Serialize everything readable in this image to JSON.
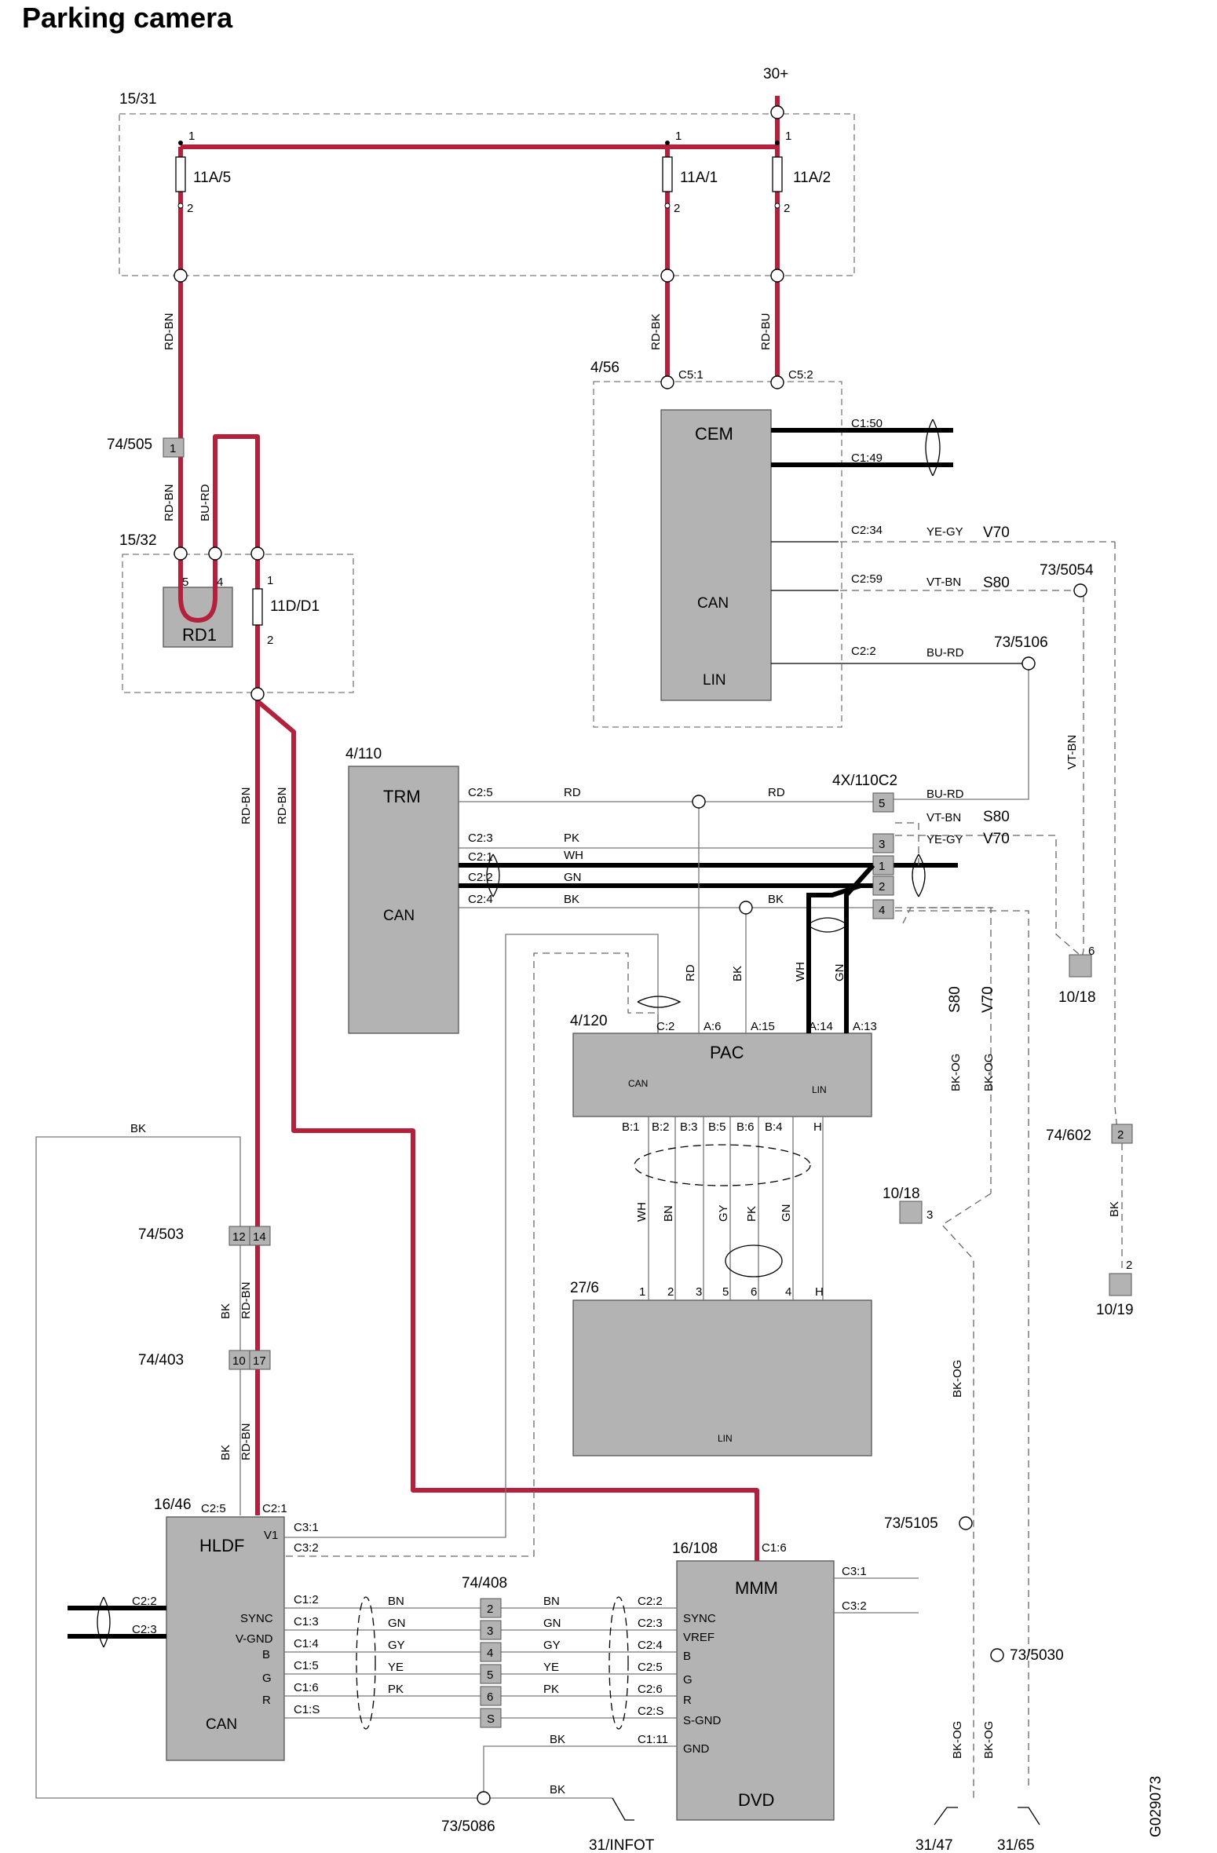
{
  "title": "Parking camera",
  "drawing_id": "G029073",
  "supply": "30+",
  "components": {
    "fuse_box": "15/31",
    "fuses": [
      "11A/5",
      "11A/1",
      "11A/2"
    ],
    "relay_box": "15/32",
    "relay": "RD1",
    "relay_fuse": "11D/D1",
    "cem_ref": "4/56",
    "cem": "CEM",
    "trm_ref": "4/110",
    "trm": "TRM",
    "pac_ref": "4/120",
    "pac": "PAC",
    "camera_ref": "27/6",
    "hldf_ref": "16/46",
    "hldf": "HLDF",
    "mmm_ref": "16/108",
    "mmm": "MMM",
    "dvd": "DVD",
    "can": "CAN",
    "lin": "LIN",
    "connector_4x": "4X/110C2"
  },
  "connectors": {
    "c74_505": "74/505",
    "c74_503": "74/503",
    "c74_403": "74/403",
    "c74_408": "74/408",
    "c74_602": "74/602",
    "c10_18_top": "10/18",
    "c10_18_mid": "10/18",
    "c10_19": "10/19"
  },
  "splices": {
    "s5054": "73/5054",
    "s5106": "73/5106",
    "s5105": "73/5105",
    "s5030": "73/5030",
    "s5086": "73/5086"
  },
  "grounds": [
    "31/INFOT",
    "31/47",
    "31/65"
  ],
  "wire_colors": {
    "rd_bn": "RD-BN",
    "rd_bk": "RD-BK",
    "rd_bu": "RD-BU",
    "bu_rd": "BU-RD",
    "ye_gy": "YE-GY",
    "vt_bn": "VT-BN",
    "vt_bn_v": "VT-BN",
    "rd": "RD",
    "pk": "PK",
    "wh": "WH",
    "gn": "GN",
    "bk": "BK",
    "bn": "BN",
    "gy": "GY",
    "ye": "YE",
    "bk_og": "BK-OG"
  },
  "variants": {
    "v70": "V70",
    "s80": "S80"
  },
  "pins": {
    "cem": [
      "C5:1",
      "C5:2",
      "C1:50",
      "C1:49",
      "C2:34",
      "C2:59",
      "C2:2"
    ],
    "trm": [
      "C2:5",
      "C2:3",
      "C2:1",
      "C2:2",
      "C2:4"
    ],
    "pac_top": [
      "C:2",
      "A:6",
      "A:15",
      "A:14",
      "A:13"
    ],
    "pac_bottom": [
      "B:1",
      "B:2",
      "B:3",
      "B:5",
      "B:6",
      "B:4",
      "H"
    ],
    "camera": [
      "1",
      "2",
      "3",
      "5",
      "6",
      "4",
      "H"
    ],
    "hldf_top": [
      "C2:5",
      "C2:1"
    ],
    "hldf_right": [
      "V1",
      "C3:1",
      "C3:2",
      "SYNC",
      "C1:2",
      "V-GND",
      "C1:3",
      "B",
      "C1:4",
      "G",
      "C1:5",
      "R",
      "C1:6",
      "C1:S"
    ],
    "hldf_left": [
      "C2:2",
      "C2:3"
    ],
    "mmm_left": [
      "C2:2",
      "SYNC",
      "C2:3",
      "VREF",
      "C2:4",
      "B",
      "C2:5",
      "G",
      "C2:6",
      "R",
      "C2:S",
      "S-GND",
      "C1:11",
      "GND"
    ],
    "mmm_top": "C1:6",
    "mmm_right": [
      "C3:1",
      "C3:2"
    ],
    "c408": [
      "2",
      "3",
      "4",
      "5",
      "6",
      "S"
    ],
    "c4x": [
      "5",
      "3",
      "1",
      "2",
      "4"
    ],
    "c74_503_pins": [
      "12",
      "14"
    ],
    "c74_403_pins": [
      "10",
      "17"
    ],
    "c74_505_pin": "1",
    "c74_602_pin": "2",
    "c10_18_top_pin": "6",
    "c10_18_mid_pin": "3",
    "c10_19_pin": "2",
    "fuse_pin_top": "1",
    "fuse_pin_bottom": "2",
    "relay_pins": [
      "5",
      "4"
    ]
  }
}
